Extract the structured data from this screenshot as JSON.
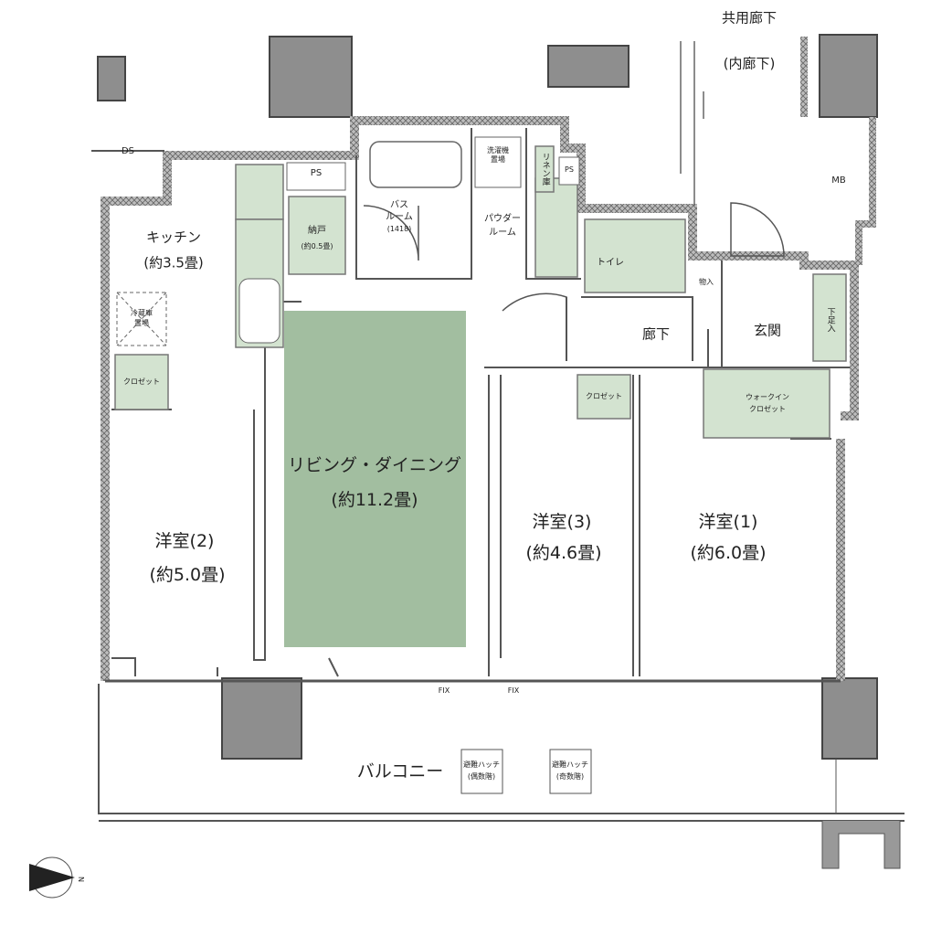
{
  "colors": {
    "living": "#a2bea0",
    "fixture": "#d3e3d0",
    "column": "#8e8e8e",
    "wall": "#9a9a9a",
    "line": "#555555"
  },
  "labels": {
    "common_corridor": "共用廊下",
    "common_corridor_sub": "(内廊下)",
    "ds": "DS",
    "ps1": "PS",
    "ps2": "PS",
    "mb": "MB",
    "kitchen": "キッチン",
    "kitchen_size": "(約3.5畳)",
    "storage": "納戸",
    "storage_size": "(約0.5畳)",
    "bath": "バス",
    "bath2": "ルーム",
    "bath_size": "(1418)",
    "washer": "洗濯機",
    "washer2": "置場",
    "linen": "リネン庫",
    "powder": "パウダー",
    "powder2": "ルーム",
    "toilet": "トイレ",
    "closet_small": "物入",
    "hallway": "廊下",
    "entrance": "玄関",
    "shoe": "下足入",
    "fridge": "冷蔵庫",
    "fridge2": "置場",
    "closet_2": "クロゼット",
    "closet_3": "クロゼット",
    "wic": "ウォークイン",
    "wic2": "クロゼット",
    "living": "リビング・ダイニング",
    "living_size": "(約11.2畳)",
    "room2": "洋室(2)",
    "room2_size": "(約5.0畳)",
    "room3": "洋室(3)",
    "room3_size": "(約4.6畳)",
    "room1": "洋室(1)",
    "room1_size": "(約6.0畳)",
    "fix1": "FIX",
    "fix2": "FIX",
    "balcony": "バルコニー",
    "hatch_even": "避難ハッチ",
    "hatch_even2": "(偶数階)",
    "hatch_odd": "避難ハッチ",
    "hatch_odd2": "(奇数階)",
    "north": "N"
  },
  "icons": {
    "compass": "north-arrow-icon"
  }
}
